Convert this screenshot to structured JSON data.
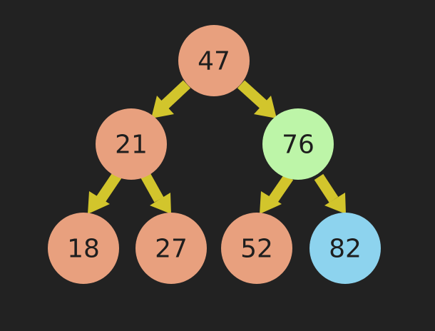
{
  "colors": {
    "background": "#222222",
    "node_default": "#E8A07E",
    "node_highlight": "#BDF5A8",
    "node_target": "#8DD3EE",
    "edge": "#D2C52C",
    "label": "#1e1e1e"
  },
  "tree": {
    "nodes": [
      {
        "id": "n47",
        "label": "47",
        "state": "default"
      },
      {
        "id": "n21",
        "label": "21",
        "state": "default"
      },
      {
        "id": "n76",
        "label": "76",
        "state": "highlight"
      },
      {
        "id": "n18",
        "label": "18",
        "state": "default"
      },
      {
        "id": "n27",
        "label": "27",
        "state": "default"
      },
      {
        "id": "n52",
        "label": "52",
        "state": "default"
      },
      {
        "id": "n82",
        "label": "82",
        "state": "target"
      }
    ],
    "edges": [
      {
        "from": "n47",
        "to": "n21"
      },
      {
        "from": "n47",
        "to": "n76"
      },
      {
        "from": "n21",
        "to": "n18"
      },
      {
        "from": "n21",
        "to": "n27"
      },
      {
        "from": "n76",
        "to": "n52"
      },
      {
        "from": "n76",
        "to": "n82"
      }
    ]
  }
}
